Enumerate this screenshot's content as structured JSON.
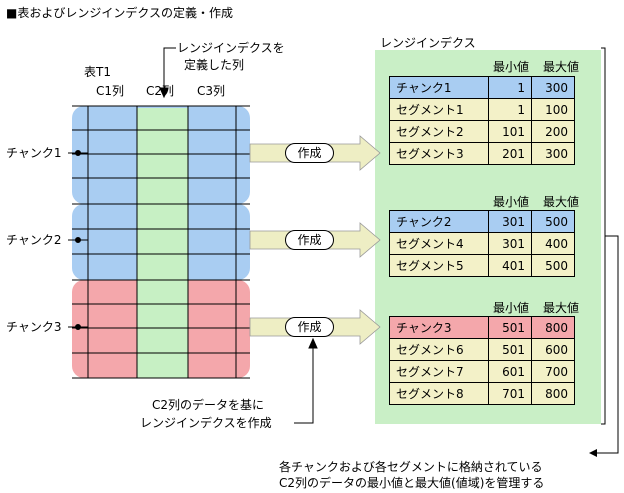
{
  "title": "■表およびレンジインデクスの定義・作成",
  "table_label": "表T1",
  "columns": [
    "C1列",
    "C2列",
    "C3列"
  ],
  "c2_callout": [
    "レンジインデクスを",
    "定義した列"
  ],
  "chunk_labels": [
    "チャンク1",
    "チャンク2",
    "チャンク3"
  ],
  "create_label": "作成",
  "range_index_title": "レンジインデクス",
  "min_header": "最小値",
  "max_header": "最大値",
  "groups": [
    {
      "rows": [
        {
          "name": "チャンク1",
          "min": "1",
          "max": "300"
        },
        {
          "name": "セグメント1",
          "min": "1",
          "max": "100"
        },
        {
          "name": "セグメント2",
          "min": "101",
          "max": "200"
        },
        {
          "name": "セグメント3",
          "min": "201",
          "max": "300"
        }
      ]
    },
    {
      "rows": [
        {
          "name": "チャンク2",
          "min": "301",
          "max": "500"
        },
        {
          "name": "セグメント4",
          "min": "301",
          "max": "400"
        },
        {
          "name": "セグメント5",
          "min": "401",
          "max": "500"
        }
      ]
    },
    {
      "rows": [
        {
          "name": "チャンク3",
          "min": "501",
          "max": "800"
        },
        {
          "name": "セグメント6",
          "min": "501",
          "max": "600"
        },
        {
          "name": "セグメント7",
          "min": "601",
          "max": "700"
        },
        {
          "name": "セグメント8",
          "min": "701",
          "max": "800"
        }
      ]
    }
  ],
  "bottom_note": [
    "C2列のデータを基に",
    "レンジインデクスを作成"
  ],
  "footer_note": [
    "各チャンクおよび各セグメントに格納されている",
    "C2列のデータの最小値と最大値(値域)を管理する"
  ],
  "colors": {
    "blue": "#a9cdf2",
    "green": "#c7f0c4",
    "red": "#f4a7ab",
    "yellow": "#f3f1c8",
    "panel": "#c9efc6",
    "arrow": "#eeeec4"
  }
}
